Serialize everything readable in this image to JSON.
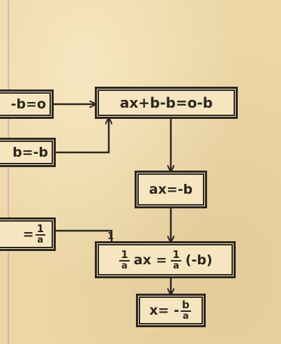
{
  "diagram": {
    "nodes": {
      "eq_start": "-b=o",
      "subtract_b": "b=-b",
      "sub_result": "ax+b-b=o-b",
      "simplified": "ax=-b",
      "multiply_recip_lhs": "=",
      "multiply_recip_num": "1",
      "multiply_recip_den": "a",
      "mult_result_num": "1",
      "mult_result_den": "a",
      "mult_result_mid": "ax =",
      "mult_result_num2": "1",
      "mult_result_den2": "a",
      "mult_result_tail": "(-b)",
      "solution_lhs": "x= -",
      "solution_num": "b",
      "solution_den": "a"
    },
    "tick_mark": "1"
  },
  "colors": {
    "ink": "#2c2620",
    "paper": "#ecd6a6",
    "box_fill": "#f5e6c0",
    "margin": "#d9a9b6"
  }
}
